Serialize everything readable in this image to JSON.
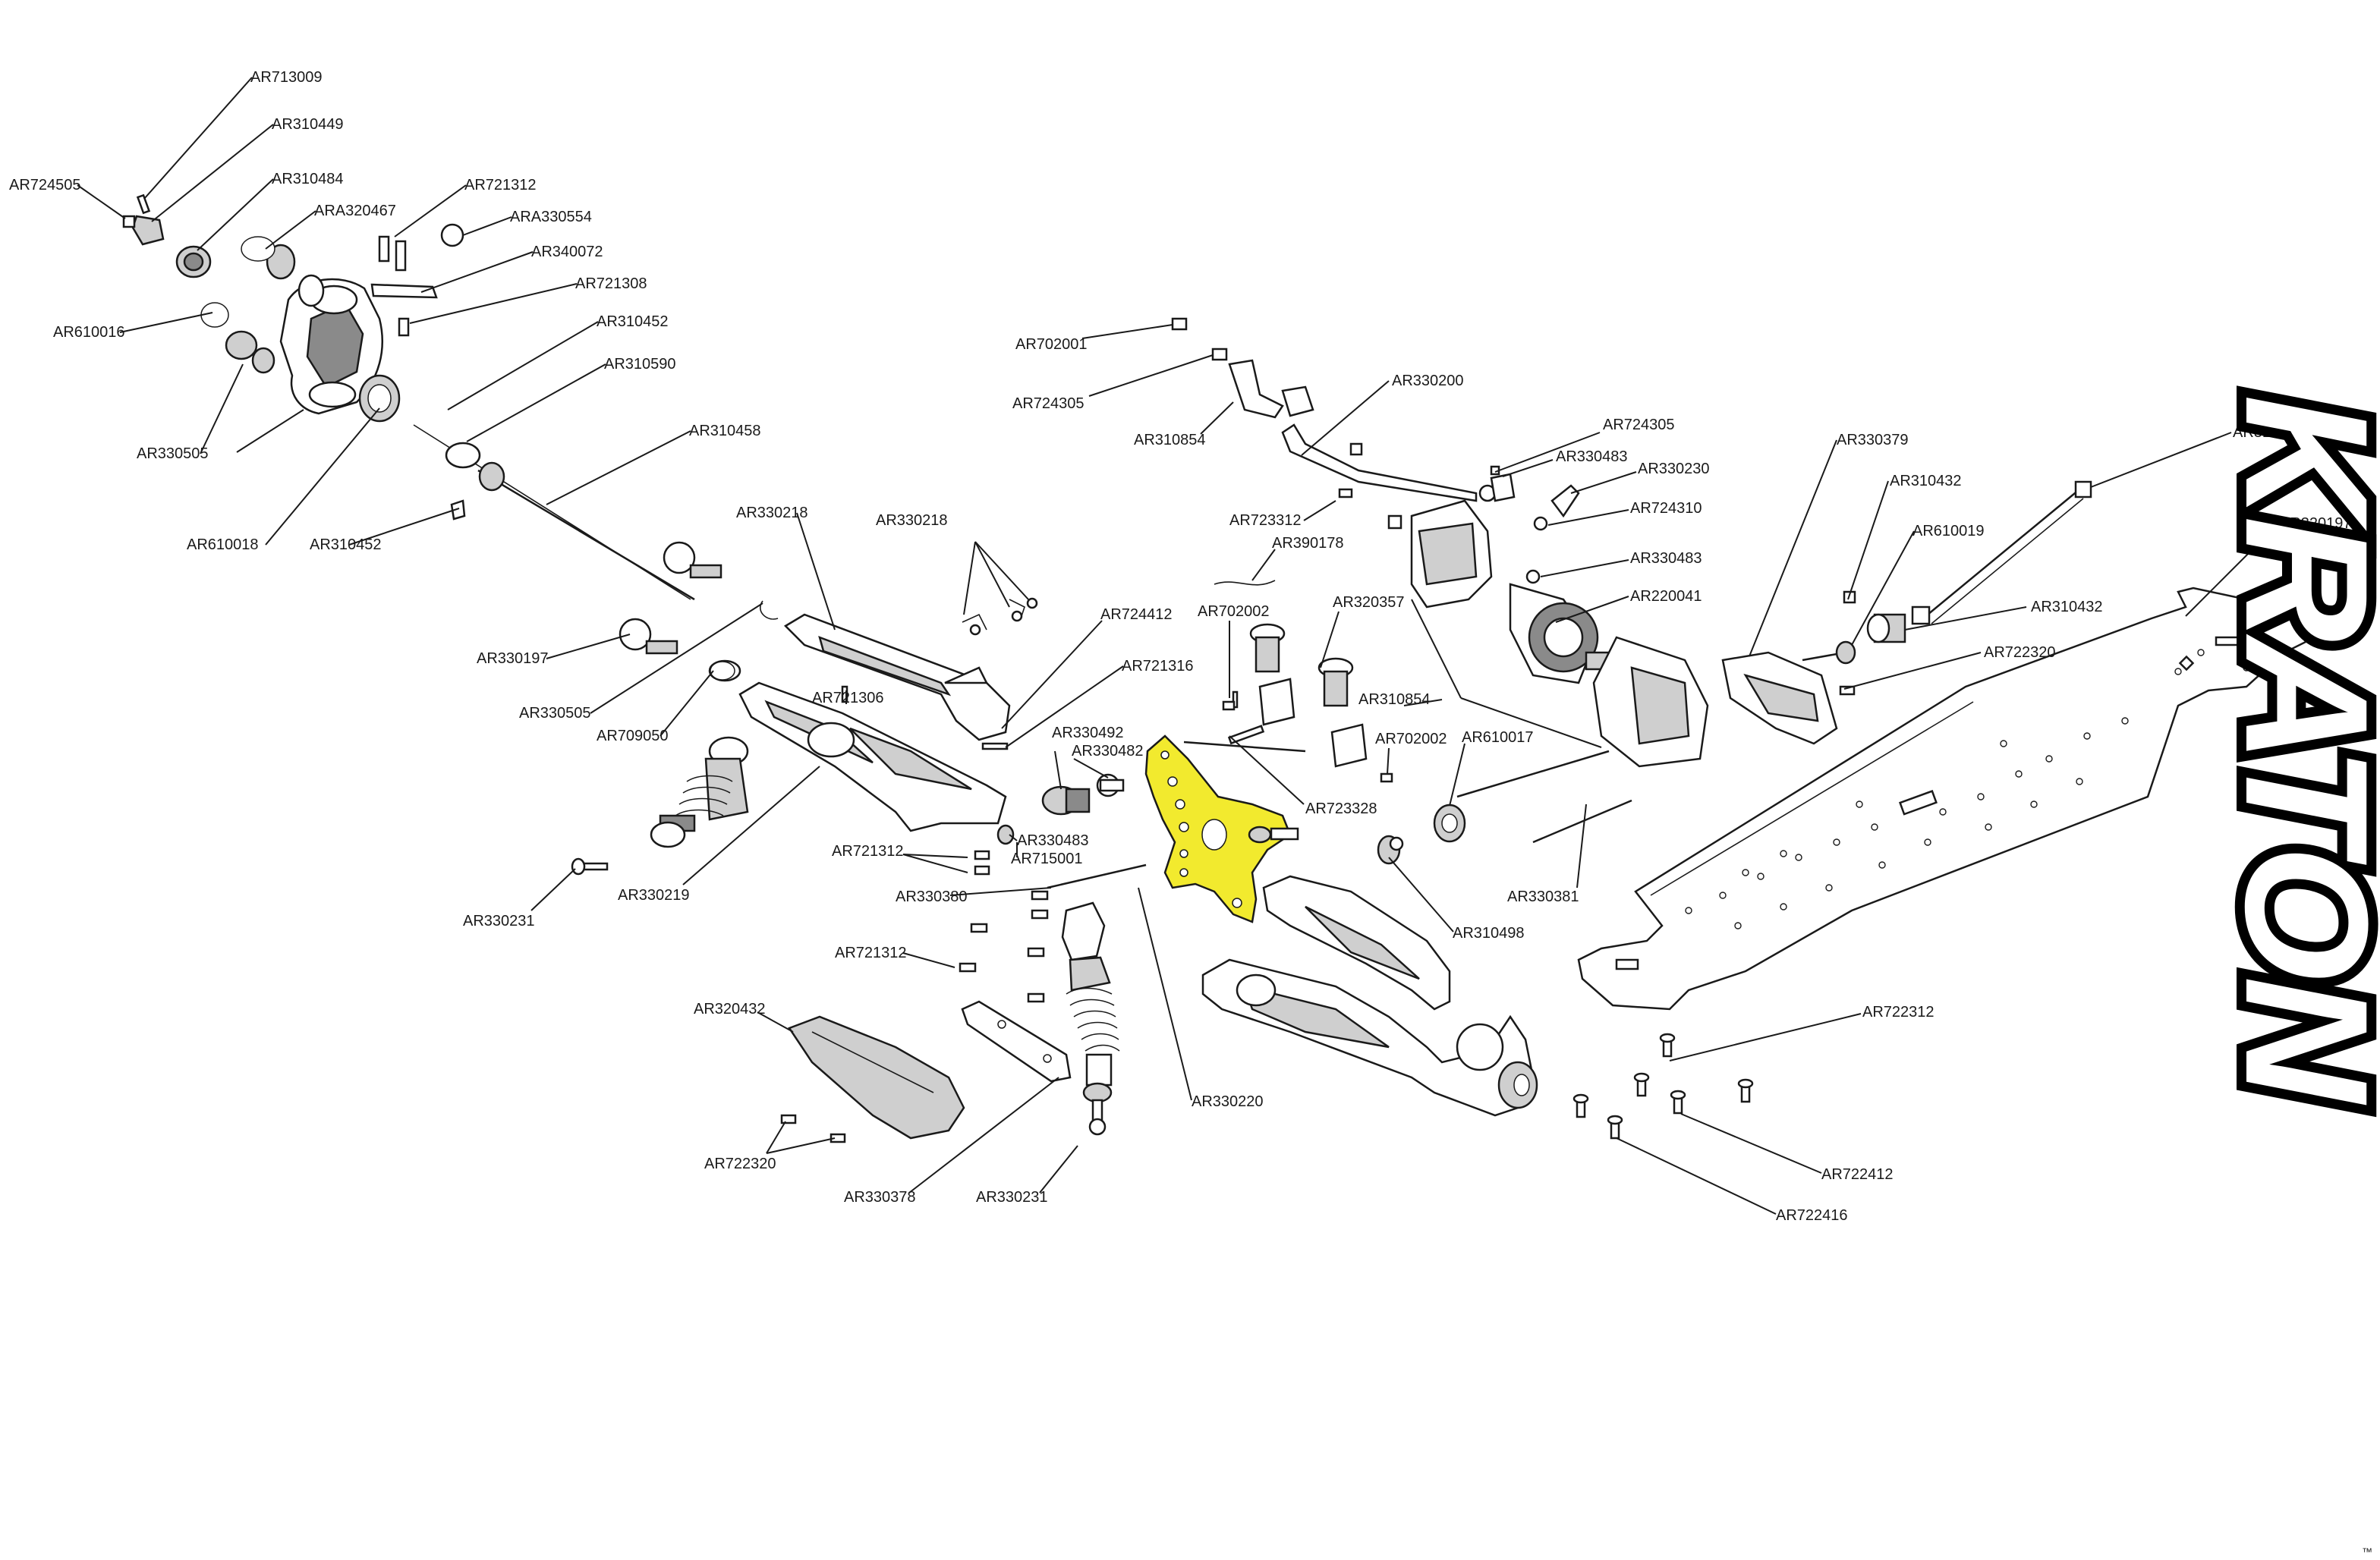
{
  "diagram": {
    "highlight_color": "#f2ea2e",
    "line_color": "#1a1a1a",
    "brand": {
      "text": "KRATON",
      "trademark": "™"
    },
    "labels": [
      "AR713009",
      "AR310449",
      "AR724505",
      "AR310484",
      "ARA320467",
      "AR721312",
      "ARA330554",
      "AR340072",
      "AR721308",
      "AR610016",
      "AR310452",
      "AR310590",
      "AR330505",
      "AR310458",
      "AR610018",
      "AR310452",
      "AR330197",
      "AR330505",
      "AR709050",
      "AR330218",
      "AR330218",
      "AR724412",
      "AR721316",
      "AR721306",
      "AR330219",
      "AR330231",
      "AR702001",
      "AR724305",
      "AR310854",
      "AR330200",
      "AR724305",
      "AR330483",
      "AR330230",
      "AR724310",
      "AR723312",
      "AR390178",
      "AR330483",
      "AR220041",
      "AR702002",
      "AR320357",
      "AR310854",
      "AR330492",
      "AR330482",
      "AR330483",
      "AR715001",
      "AR721312",
      "AR330380",
      "AR721312",
      "AR723328",
      "AR702002",
      "AR610017",
      "AR330381",
      "AR310498",
      "AR330379",
      "AR310432",
      "AR610019",
      "AR310472",
      "AR310432",
      "AR320197",
      "AR722320",
      "AR320432",
      "AR722320",
      "AR330378",
      "AR330231",
      "AR330220",
      "AR722312",
      "AR722412",
      "AR722416"
    ]
  }
}
